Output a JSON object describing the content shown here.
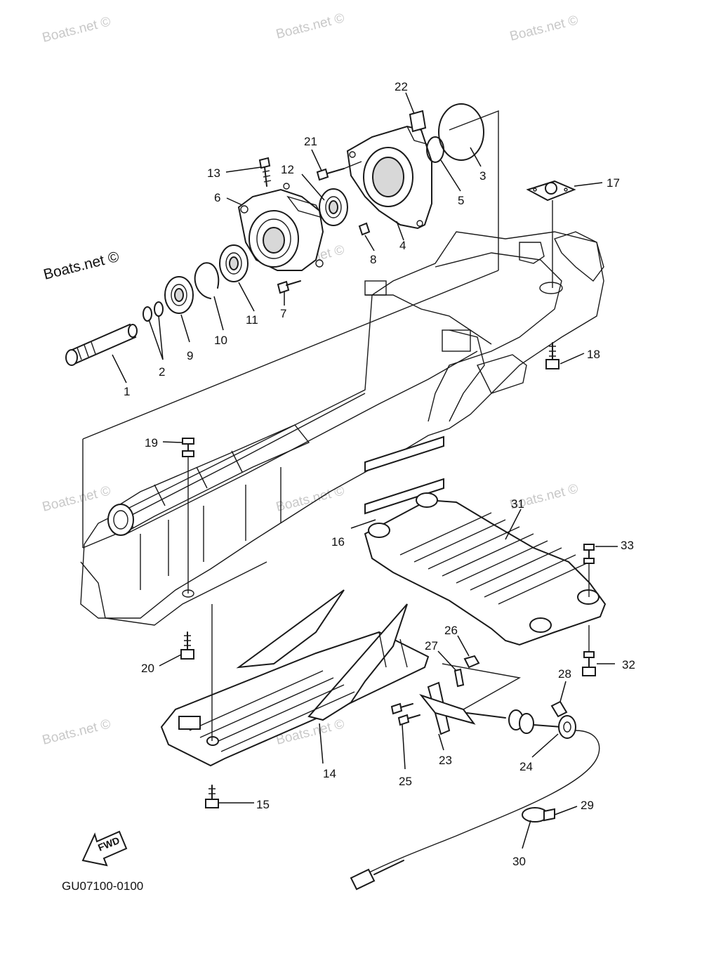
{
  "diagram_code": "GU07100-0100",
  "fwd_label": "FWD",
  "watermarks": [
    "Boats.net ©",
    "Boats.net ©",
    "Boats.net ©",
    "Boats.net ©",
    "Boats.net ©",
    "Boats.net ©",
    "Boats.net ©",
    "Boats.net ©",
    "Boats.net ©",
    "Boats.net ©"
  ],
  "callouts": [
    "1",
    "2",
    "3",
    "4",
    "5",
    "6",
    "7",
    "8",
    "9",
    "10",
    "11",
    "12",
    "13",
    "14",
    "15",
    "16",
    "17",
    "18",
    "19",
    "20",
    "21",
    "22",
    "23",
    "24",
    "25",
    "26",
    "27",
    "28",
    "29",
    "30",
    "31",
    "32",
    "33"
  ]
}
